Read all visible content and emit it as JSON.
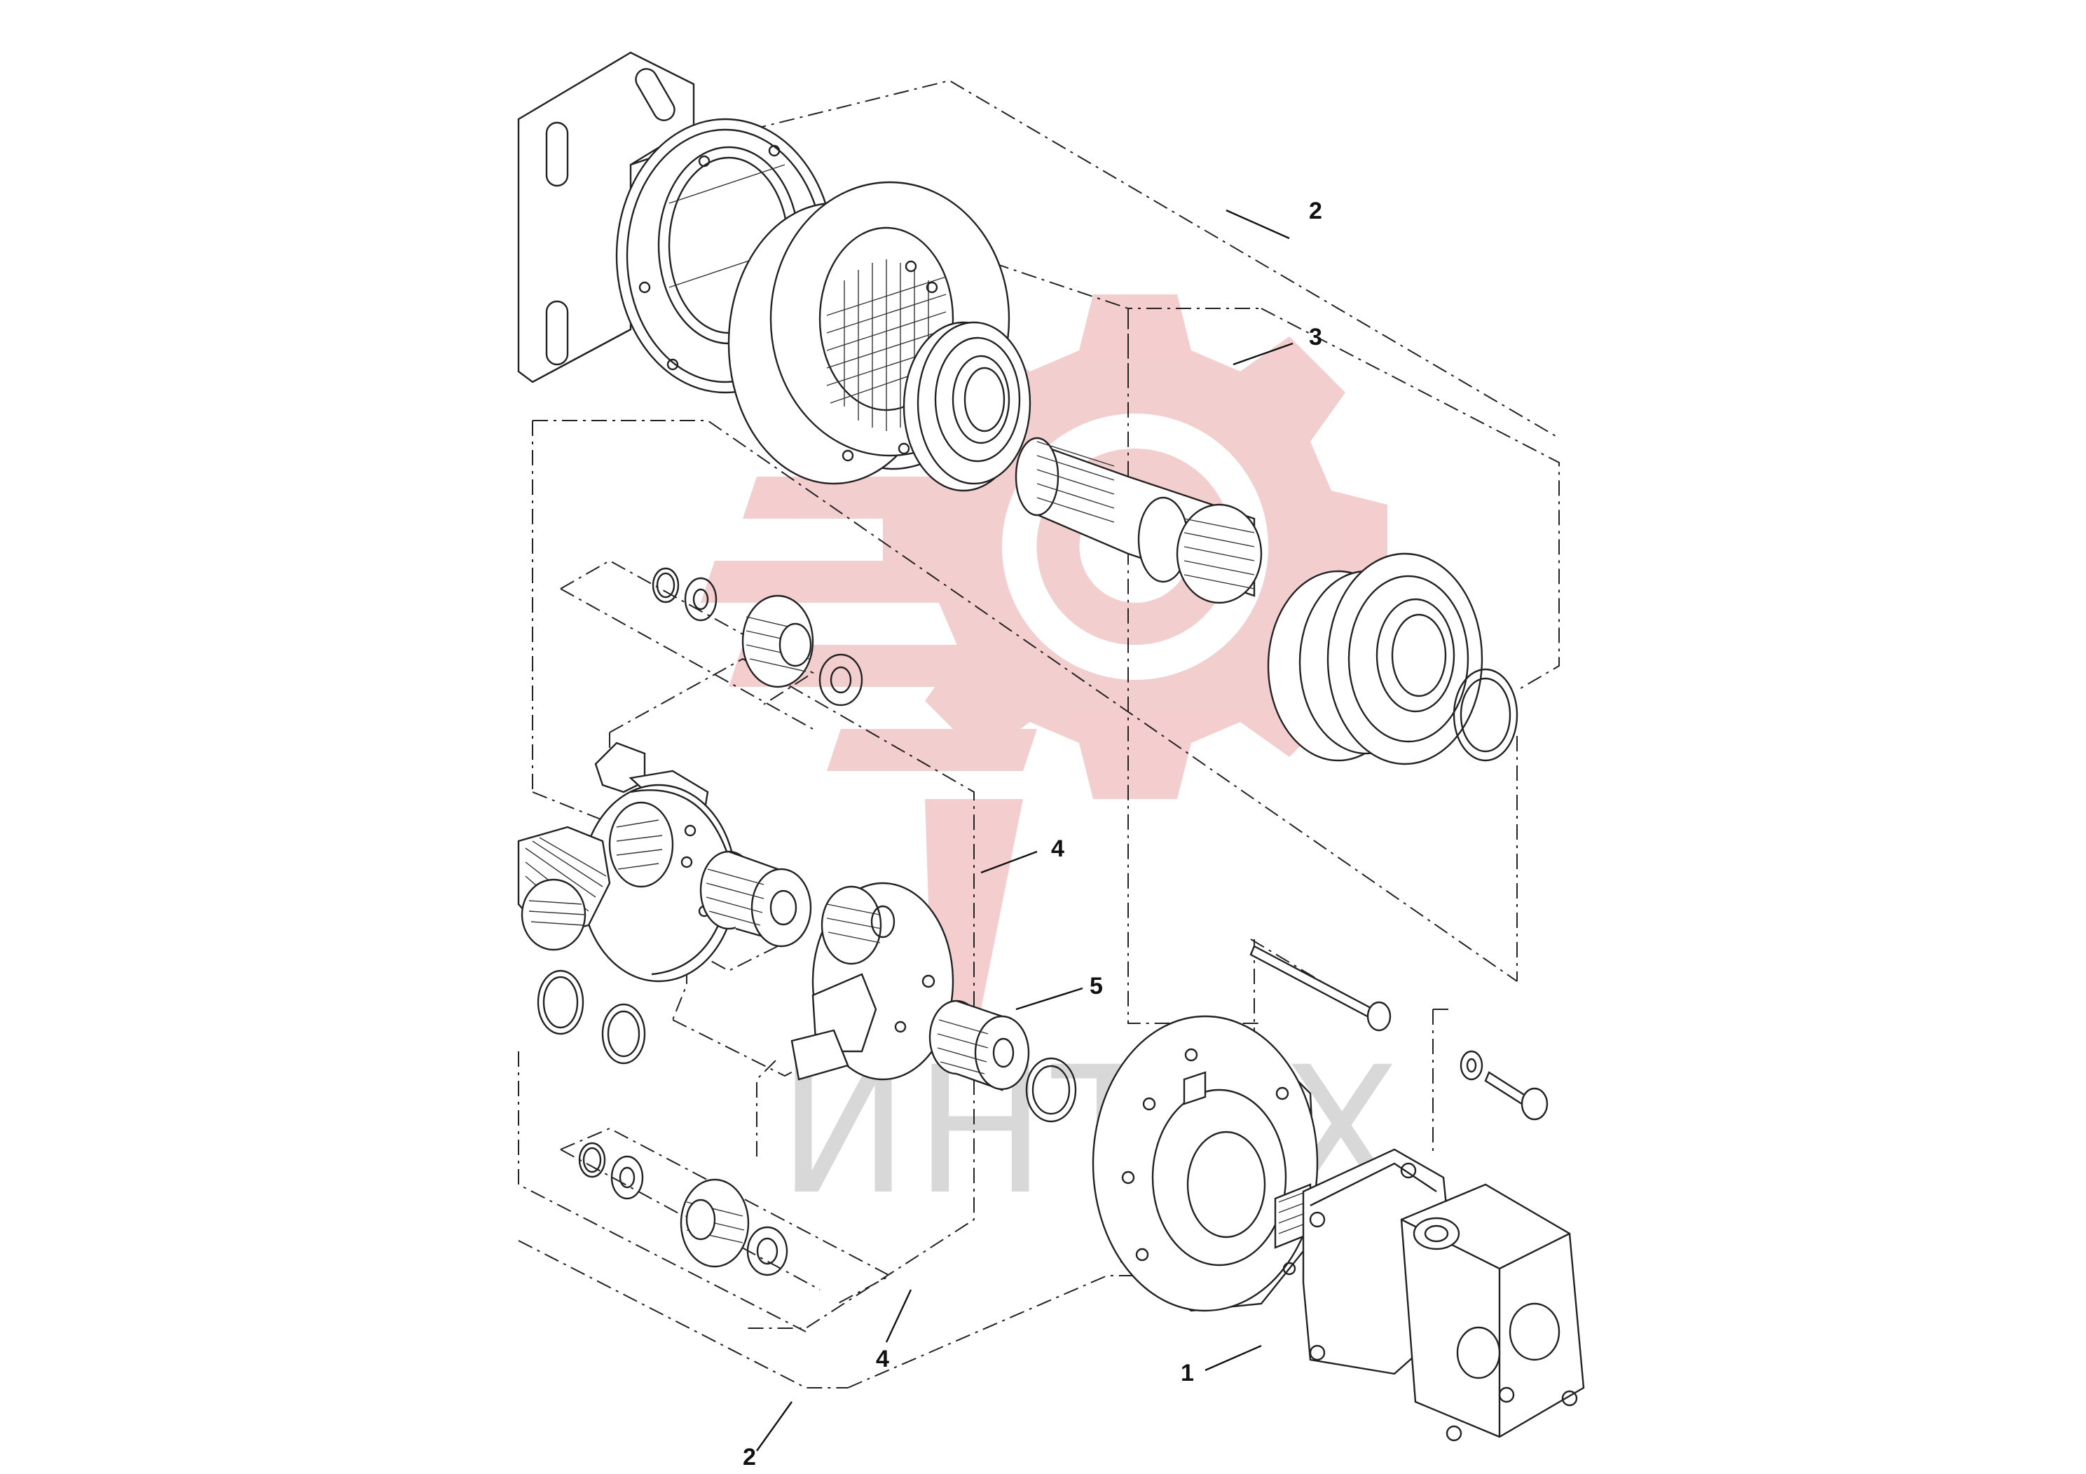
{
  "diagram": {
    "callouts": [
      {
        "id": "c1",
        "label": "1"
      },
      {
        "id": "c2a",
        "label": "2"
      },
      {
        "id": "c2b",
        "label": "2"
      },
      {
        "id": "c3",
        "label": "3"
      },
      {
        "id": "c4a",
        "label": "4"
      },
      {
        "id": "c4b",
        "label": "4"
      },
      {
        "id": "c5",
        "label": "5"
      }
    ]
  },
  "watermark": {
    "text": "ИНТЕХ",
    "color": "#f2c6c6"
  }
}
